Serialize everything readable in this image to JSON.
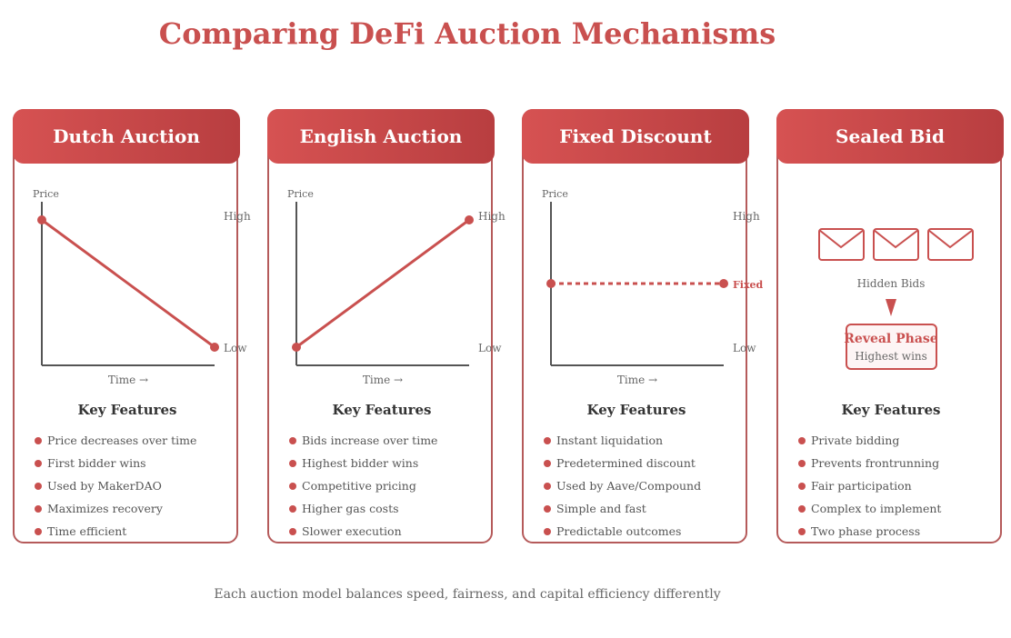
{
  "title": "Comparing DeFi Auction Mechanisms",
  "footer": "Each auction model balances speed, fairness, and capital efficiency differently",
  "colors": {
    "accent": "#c9504f",
    "border": "#b55a5a",
    "axis": "#555555",
    "text": "#666666"
  },
  "cards": [
    {
      "title": "Dutch Auction",
      "chart": {
        "y_label": "Price",
        "x_label": "Time →",
        "high_label": "High",
        "low_label": "Low",
        "trend": "decreasing"
      },
      "features_heading": "Key Features",
      "features": [
        "Price decreases over time",
        "First bidder wins",
        "Used by MakerDAO",
        "Maximizes recovery",
        "Time efficient"
      ]
    },
    {
      "title": "English Auction",
      "chart": {
        "y_label": "Price",
        "x_label": "Time →",
        "high_label": "High",
        "low_label": "Low",
        "trend": "increasing"
      },
      "features_heading": "Key Features",
      "features": [
        "Bids increase over time",
        "Highest bidder wins",
        "Competitive pricing",
        "Higher gas costs",
        "Slower execution"
      ]
    },
    {
      "title": "Fixed Discount",
      "chart": {
        "y_label": "Price",
        "x_label": "Time →",
        "high_label": "High",
        "low_label": "Low",
        "fixed_label": "Fixed",
        "trend": "flat"
      },
      "features_heading": "Key Features",
      "features": [
        "Instant liquidation",
        "Predetermined discount",
        "Used by Aave/Compound",
        "Simple and fast",
        "Predictable outcomes"
      ]
    },
    {
      "title": "Sealed Bid",
      "diagram": {
        "hidden_label": "Hidden Bids",
        "reveal_title": "Reveal Phase",
        "reveal_sub": "Highest wins",
        "envelope_count": 3
      },
      "features_heading": "Key Features",
      "features": [
        "Private bidding",
        "Prevents frontrunning",
        "Fair participation",
        "Complex to implement",
        "Two phase process"
      ]
    }
  ]
}
